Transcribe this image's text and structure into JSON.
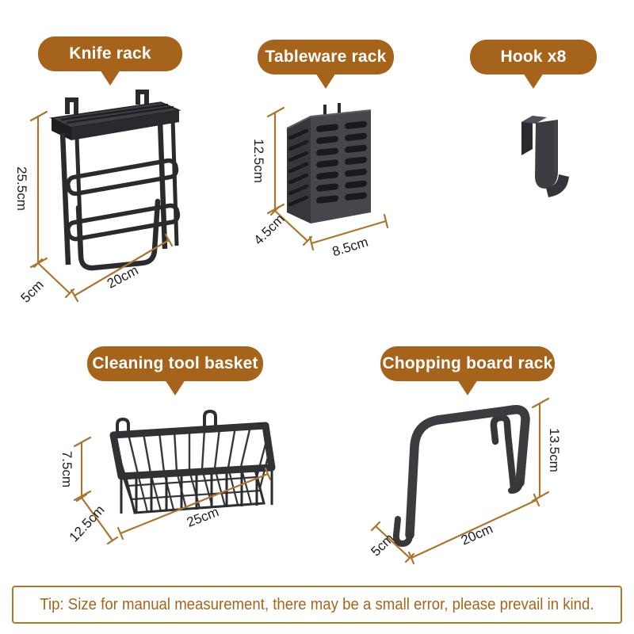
{
  "colors": {
    "bubble": "#A5631B",
    "bubble_text": "#FFFFFF",
    "dimension_line": "#A8762F",
    "dimension_text": "#1C1C1C",
    "item_dark": "#2B2B2F",
    "tip_border": "#AA7A28",
    "tip_text_color": "#A4651C",
    "background": "#FFFFFF"
  },
  "products": [
    {
      "name": "knife-rack",
      "label": "Knife rack",
      "dimensions": {
        "height": "25.5cm",
        "depth": "5cm",
        "width": "20cm"
      }
    },
    {
      "name": "tableware-rack",
      "label": "Tableware rack",
      "dimensions": {
        "height": "12.5cm",
        "depth": "4.5cm",
        "width": "8.5cm"
      }
    },
    {
      "name": "hook",
      "label": "Hook x8"
    },
    {
      "name": "cleaning-tool-basket",
      "label": "Cleaning tool basket",
      "dimensions": {
        "height": "7.5cm",
        "depth": "12.5cm",
        "width": "25cm"
      }
    },
    {
      "name": "chopping-board-rack",
      "label": "Chopping board rack",
      "dimensions": {
        "height": "13.5cm",
        "depth": "5cm",
        "width": "20cm"
      }
    }
  ],
  "tip": {
    "text": "Tip: Size for manual measurement, there may be a small error, please prevail in kind."
  }
}
